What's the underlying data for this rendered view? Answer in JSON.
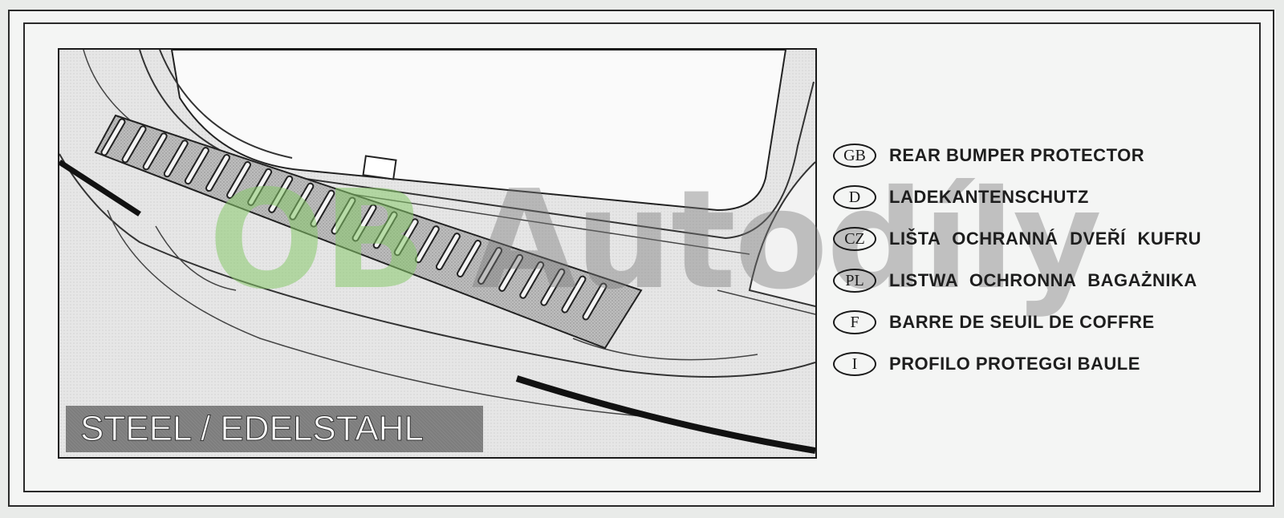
{
  "material_label": "STEEL / EDELSTAHL",
  "legend": [
    {
      "code": "GB",
      "text": "REAR BUMPER PROTECTOR"
    },
    {
      "code": "D",
      "text": "LADEKANTENSCHUTZ"
    },
    {
      "code": "CZ",
      "text": "LIŠTA OCHRANNÁ DVEŘÍ KUFRU"
    },
    {
      "code": "PL",
      "text": "LISTWA OCHRONNA BAGAŻNIKA"
    },
    {
      "code": "F",
      "text": "BARRE DE SEUIL DE COFFRE"
    },
    {
      "code": "I",
      "text": "PROFILO PROTEGGI BAULE"
    }
  ],
  "watermark": {
    "part1": "OB",
    "part2": " Autodíly"
  }
}
